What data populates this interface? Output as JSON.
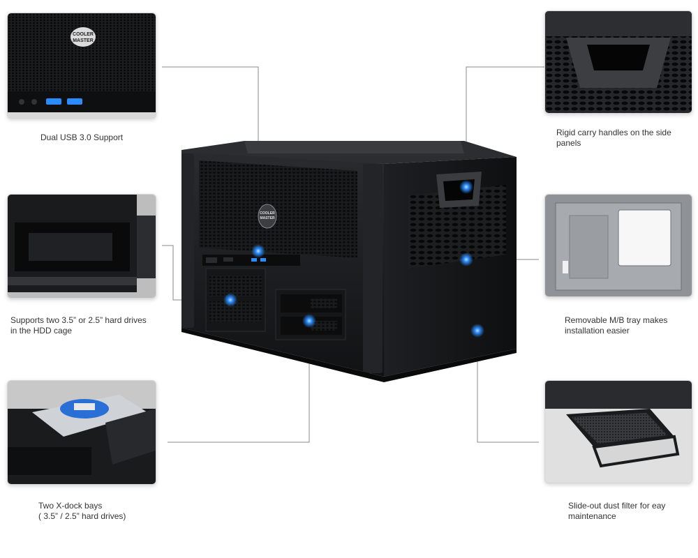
{
  "brand": {
    "logo_text_line1": "COOLER",
    "logo_text_line2": "MASTER"
  },
  "features": [
    {
      "caption": "Dual USB 3.0 Support",
      "image": "front-usb-panel-photo"
    },
    {
      "caption": "Supports two 3.5” or 2.5” hard drives\nin the HDD cage",
      "image": "hdd-cage-photo"
    },
    {
      "caption": "Two X-dock bays\n( 3.5” / 2.5” hard drives)",
      "image": "xdock-bay-photo"
    },
    {
      "caption": "Rigid carry handles on the side\npanels",
      "image": "carry-handle-photo"
    },
    {
      "caption": "Removable M/B tray makes\ninstallation easier",
      "image": "mb-tray-photo"
    },
    {
      "caption": "Slide-out dust filter for eay\nmaintenance",
      "image": "dust-filter-photo"
    }
  ],
  "colors": {
    "hotspot": "#2a8cff",
    "leader_line": "#8a8a8a",
    "case_body": "#1b1c1e"
  }
}
